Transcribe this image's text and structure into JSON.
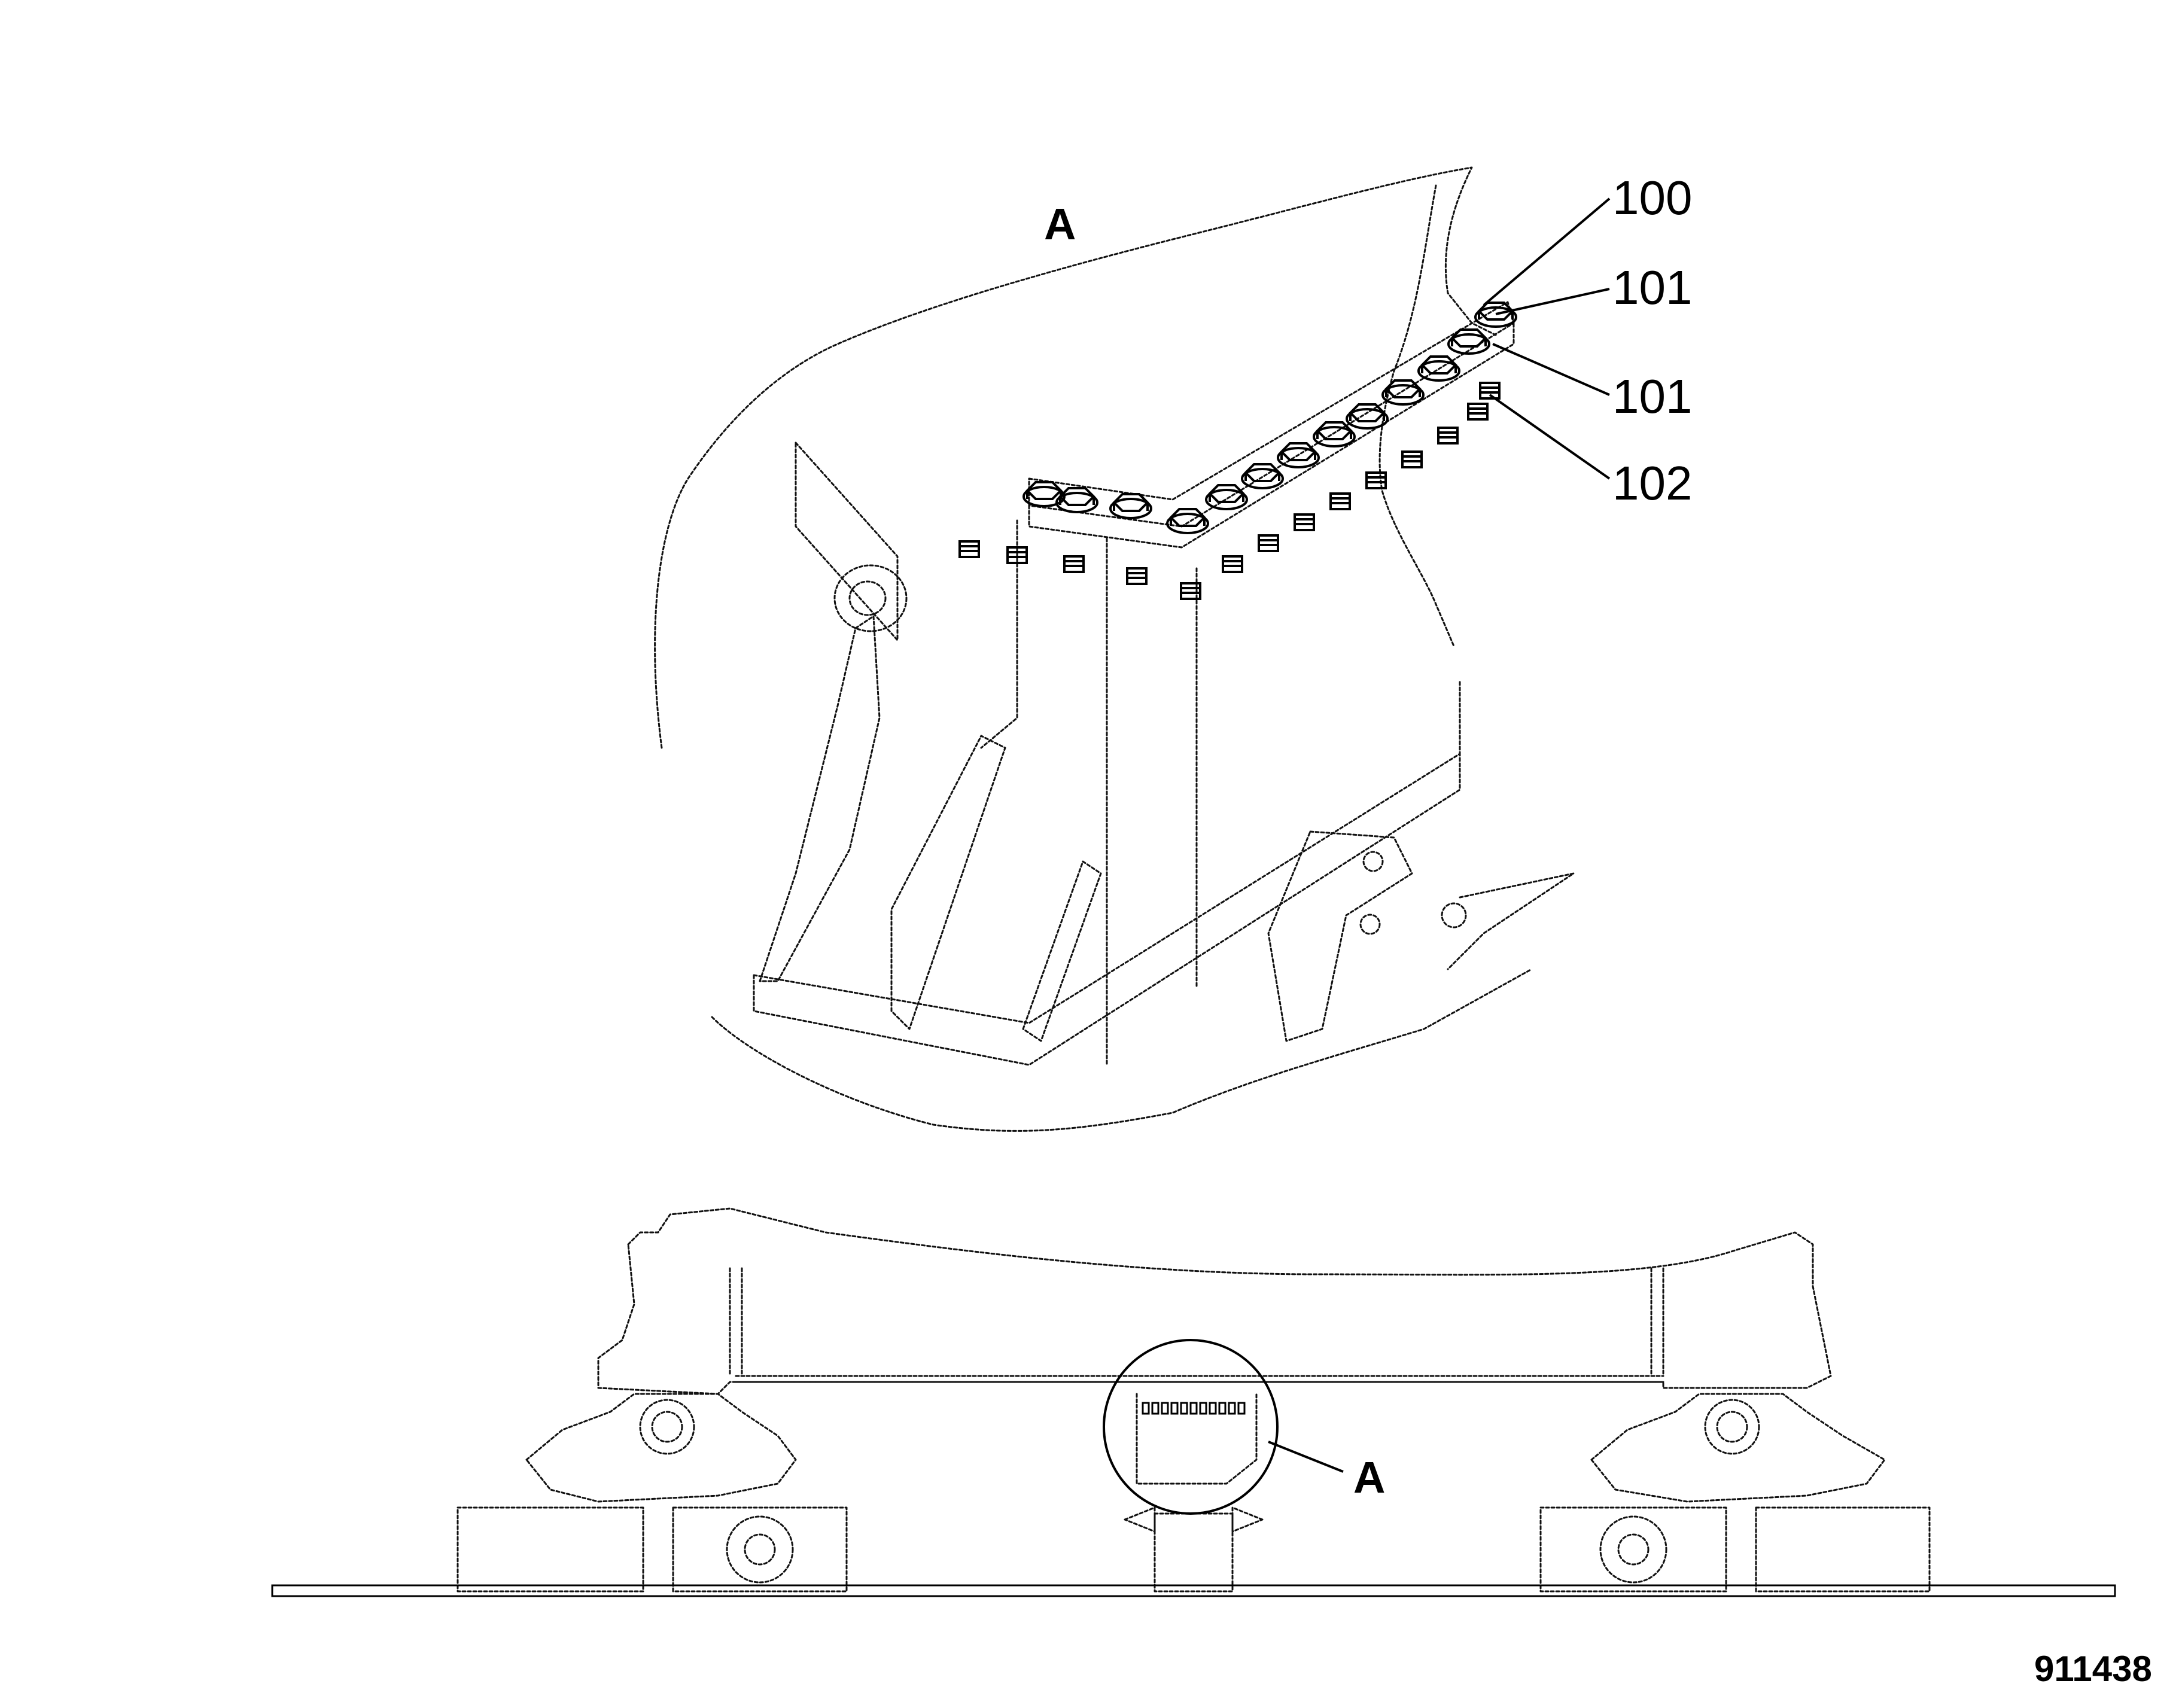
{
  "detail_view": {
    "label": "A",
    "callouts": [
      {
        "id": "100"
      },
      {
        "id": "101"
      },
      {
        "id": "101"
      },
      {
        "id": "102"
      }
    ]
  },
  "overview": {
    "detail_ref": "A"
  },
  "figure_number": "911438"
}
